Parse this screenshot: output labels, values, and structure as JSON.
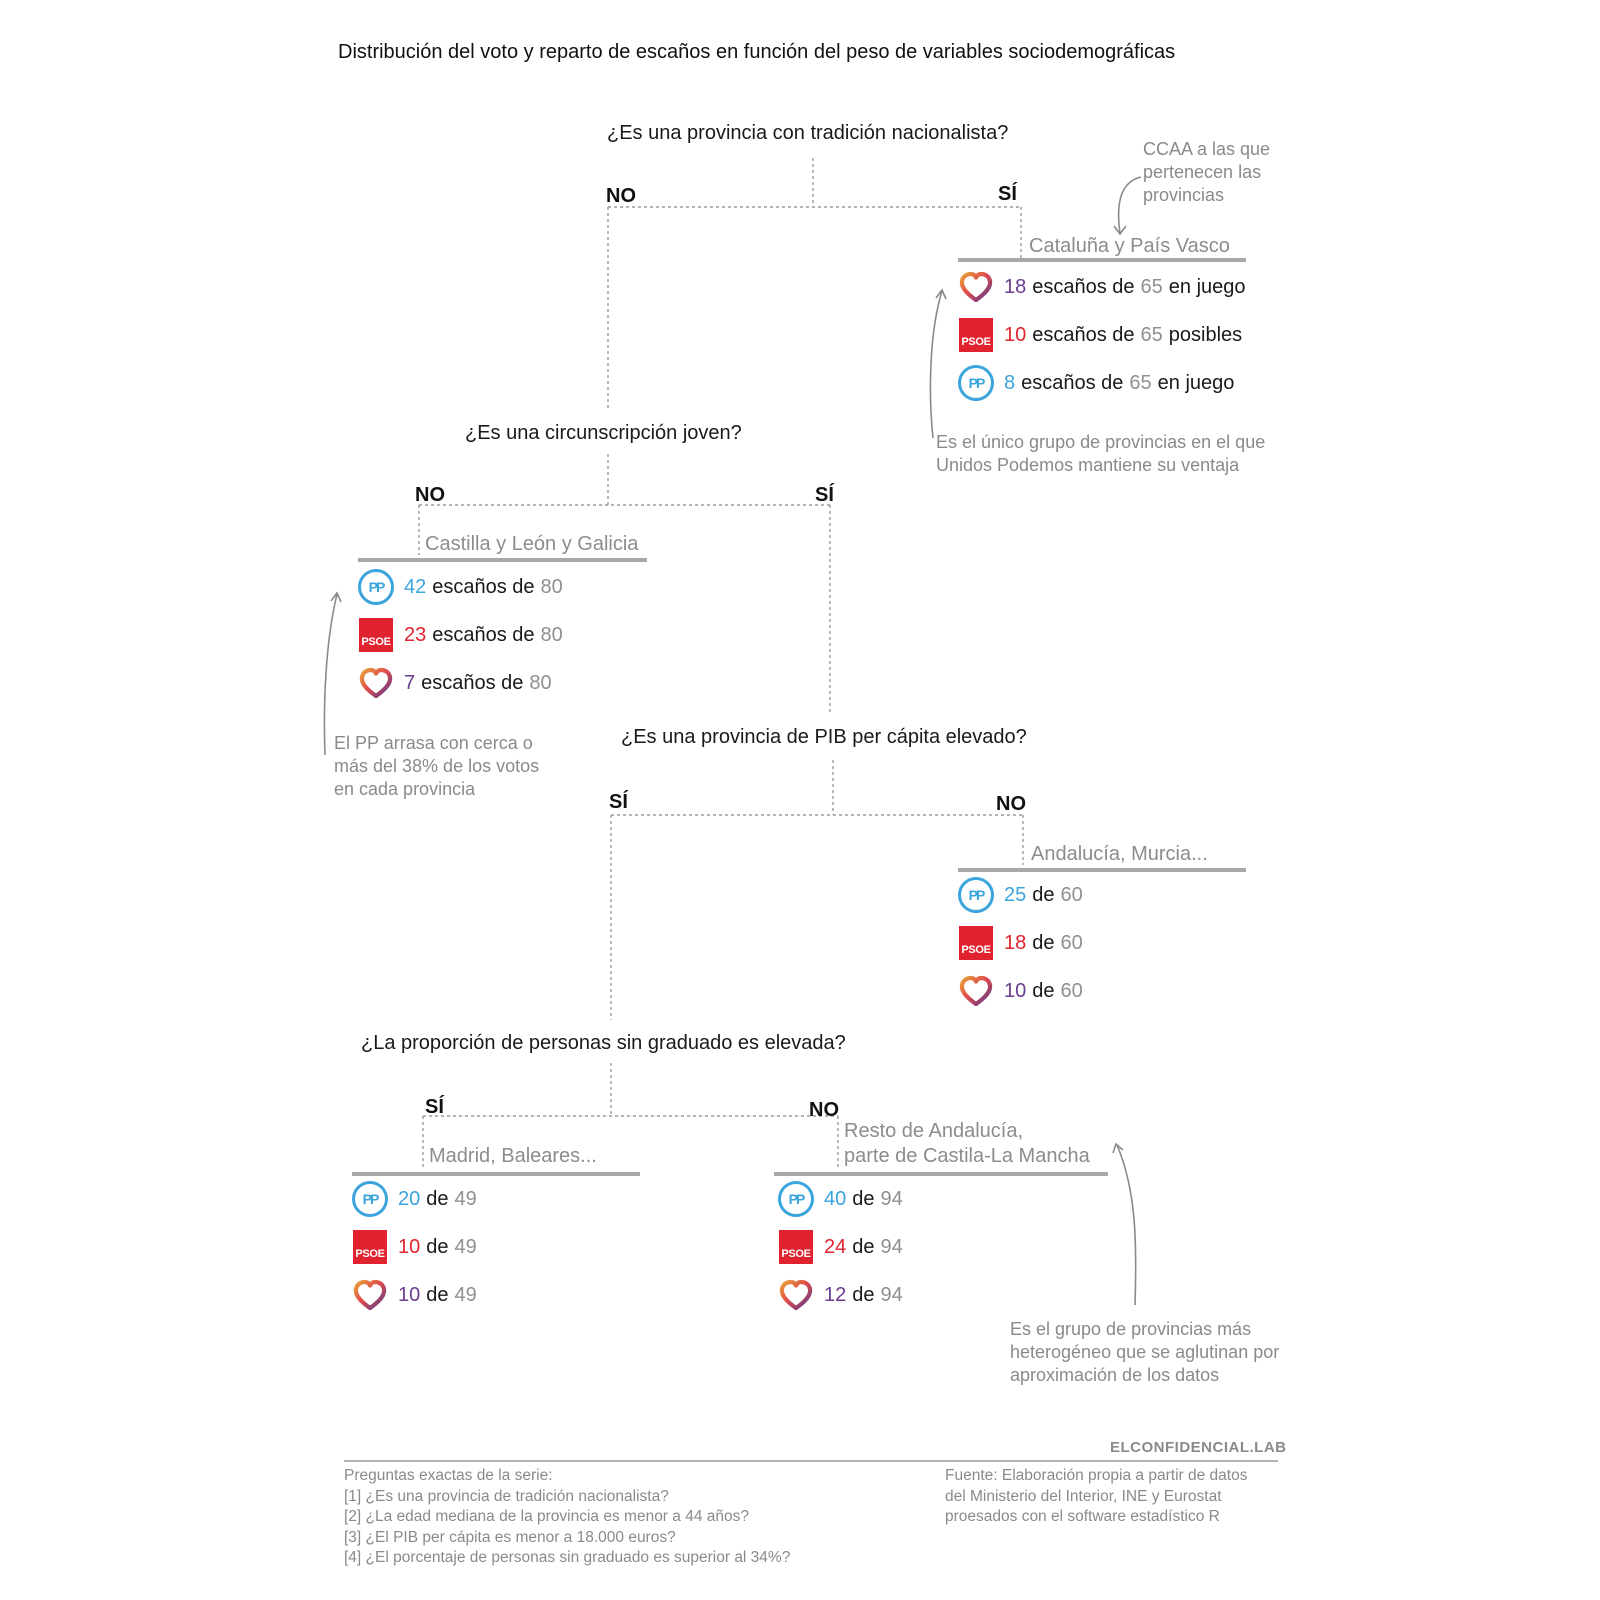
{
  "title": "Distribución del voto y reparto de escaños en función del peso de variables sociodemográficas",
  "questions": {
    "q1": "¿Es una provincia con tradición nacionalista?",
    "q2": "¿Es una circunscripción joven?",
    "q3": "¿Es una provincia de PIB per cápita elevado?",
    "q4": "¿La proporción de personas sin graduado es elevada?"
  },
  "answers": {
    "no": "NO",
    "si": "SÍ"
  },
  "groups": {
    "cat": {
      "label": "Cataluña y País Vasco",
      "rows": [
        {
          "party": "up",
          "num": "18",
          "mid": "escaños de",
          "total": "65",
          "tail": "en juego"
        },
        {
          "party": "psoe",
          "num": "10",
          "mid": "escaños de",
          "total": "65",
          "tail": "posibles"
        },
        {
          "party": "pp",
          "num": "8",
          "mid": "escaños de",
          "total": "65",
          "tail": "en juego"
        }
      ]
    },
    "cyl": {
      "label": "Castilla y León y Galicia",
      "rows": [
        {
          "party": "pp",
          "num": "42",
          "mid": "escaños de",
          "total": "80",
          "tail": ""
        },
        {
          "party": "psoe",
          "num": "23",
          "mid": "escaños de",
          "total": "80",
          "tail": ""
        },
        {
          "party": "up",
          "num": "7",
          "mid": "escaños de",
          "total": "80",
          "tail": ""
        }
      ]
    },
    "and": {
      "label": "Andalucía, Murcia...",
      "rows": [
        {
          "party": "pp",
          "num": "25",
          "mid": "de",
          "total": "60",
          "tail": ""
        },
        {
          "party": "psoe",
          "num": "18",
          "mid": "de",
          "total": "60",
          "tail": ""
        },
        {
          "party": "up",
          "num": "10",
          "mid": "de",
          "total": "60",
          "tail": ""
        }
      ]
    },
    "mad": {
      "label": "Madrid, Baleares...",
      "rows": [
        {
          "party": "pp",
          "num": "20",
          "mid": "de",
          "total": "49",
          "tail": ""
        },
        {
          "party": "psoe",
          "num": "10",
          "mid": "de",
          "total": "49",
          "tail": ""
        },
        {
          "party": "up",
          "num": "10",
          "mid": "de",
          "total": "49",
          "tail": ""
        }
      ]
    },
    "resto": {
      "label1": "Resto de Andalucía,",
      "label2": "parte de Castila-La Mancha",
      "rows": [
        {
          "party": "pp",
          "num": "40",
          "mid": "de",
          "total": "94",
          "tail": ""
        },
        {
          "party": "psoe",
          "num": "24",
          "mid": "de",
          "total": "94",
          "tail": ""
        },
        {
          "party": "up",
          "num": "12",
          "mid": "de",
          "total": "94",
          "tail": ""
        }
      ]
    }
  },
  "logos": {
    "pp": "PP",
    "psoe": "PSOE"
  },
  "notes": {
    "ccaa": "CCAA a las que pertenecen las provincias",
    "cat": "Es el único grupo de provincias en el que Unidos Podemos mantiene su ventaja",
    "cyl": "El PP arrasa con cerca o más del 38% de los votos en cada provincia",
    "resto": "Es el grupo de provincias más heterogéneo que se aglutinan por aproximación de los datos"
  },
  "footer": {
    "brand": "ELCONFIDENCIAL.LAB",
    "questions_title": "Preguntas exactas de la serie:",
    "questions": [
      "[1] ¿Es una provincia de tradición nacionalista?",
      "[2] ¿La edad mediana de la provincia es menor a 44 años?",
      "[3] ¿El PIB per cápita es menor a 18.000 euros?",
      "[4] ¿El porcentaje de personas sin graduado es superior al 34%?"
    ],
    "source": [
      "Fuente: Elaboración propia a partir de datos",
      "del Ministerio del Interior, INE y Eurostat",
      "proesados con el software estadístico R"
    ]
  },
  "colors": {
    "pp": "#3aa4dd",
    "psoe": "#e0232e",
    "up": "#6a3d8f",
    "line": "#9a9a9a",
    "rule": "#a8a8a8"
  }
}
